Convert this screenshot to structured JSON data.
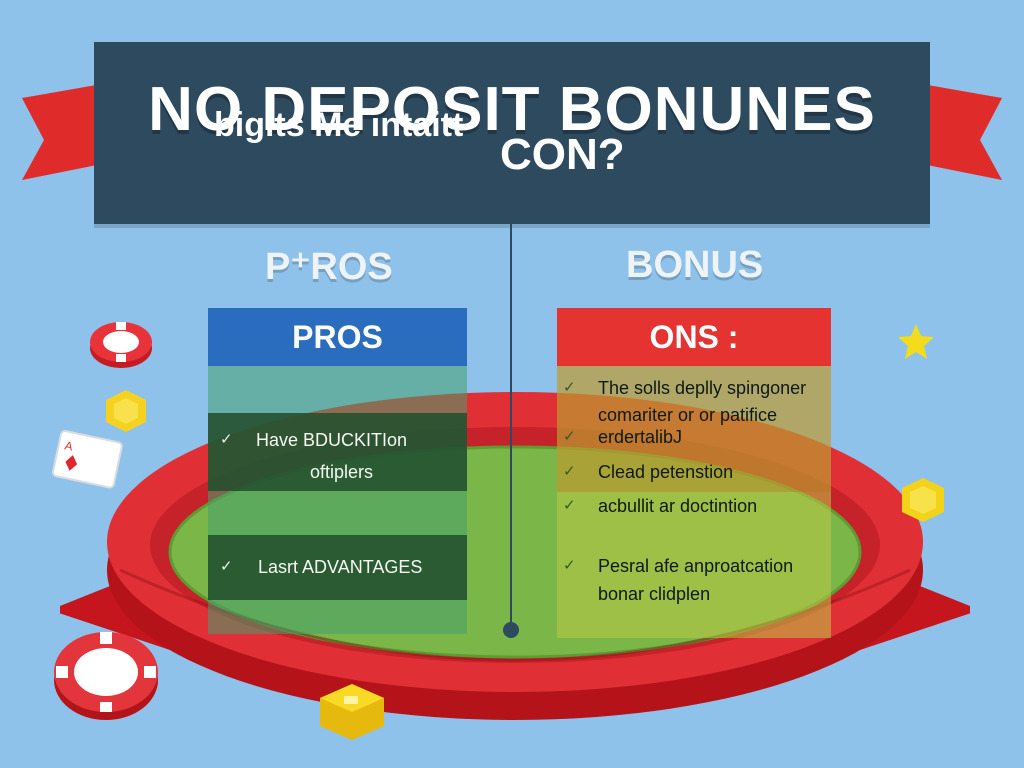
{
  "title": "NO DEPOSIT BONUNES",
  "subtitle": {
    "left": "bigits Me intaitt",
    "right": "CON?"
  },
  "column_labels": {
    "left": "P⁺ROS",
    "right": "BONUS"
  },
  "pros": {
    "header": "PROS",
    "items": [
      {
        "check": "✓",
        "line1": "Have BDUCKITIon",
        "line2": "oftiplers"
      },
      {
        "check": "✓",
        "line1": "Lasrt ADVANTAGES"
      }
    ]
  },
  "cons": {
    "header": "ONS :",
    "items": [
      {
        "check": "✓",
        "line1": "The solls deplly spingoner",
        "line2": "comariter or or patifice"
      },
      {
        "check": "✓",
        "line1": "erdertalibJ"
      },
      {
        "check": "✓",
        "line1": "Clead petenstion"
      },
      {
        "check": "✓",
        "line1": "acbullit ar doctintion"
      },
      {
        "check": "✓",
        "line1": "Pesral afe anproatcation",
        "line2": "bonar clidplen"
      }
    ]
  },
  "colors": {
    "background": "#8fc2ea",
    "banner": "#2d4a5f",
    "pros_header": "#2a6cbd",
    "cons_header": "#e53332",
    "table_rim": "#d9262c",
    "table_felt": "#7ab648"
  },
  "decorations": [
    "casino-chip-icon",
    "hexagon-token-icon",
    "playing-card-icon",
    "star-icon",
    "ribbon-icon"
  ]
}
